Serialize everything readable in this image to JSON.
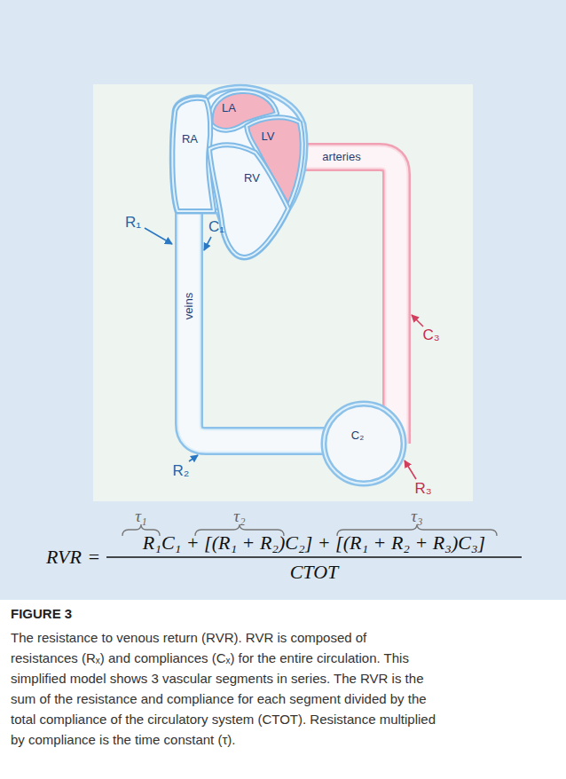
{
  "diagram": {
    "title": "FIGURE 3",
    "caption": "The resistance to venous return (RVR). RVR is composed of resistances (Rₓ) and compliances (Cₓ) for the entire circulation. This simplified model shows 3 vascular segments in series. The RVR is the sum of the resistance and compliance for each segment divided by the total compliance of the circulatory system (CTOT). Resistance multiplied by compliance is the time constant (τ).",
    "nodes": [
      {
        "text": [
          "LA"
        ]
      },
      {
        "text": [
          "RA"
        ]
      },
      {
        "text": [
          "LV"
        ]
      },
      {
        "text": [
          "RV"
        ]
      },
      {
        "text": [
          "C₂"
        ]
      }
    ],
    "labels": [
      "R₁",
      "C₁",
      "veins",
      "arteries",
      "C₃",
      "R₂",
      "R₃",
      "τ₁",
      "τ₂",
      "τ₃",
      "RVR",
      "=",
      "R₁C₁ + [(R₁ + R₂)C₂] + [(R₁ + R₂ + R₃)C₃]",
      "CTOT"
    ]
  }
}
